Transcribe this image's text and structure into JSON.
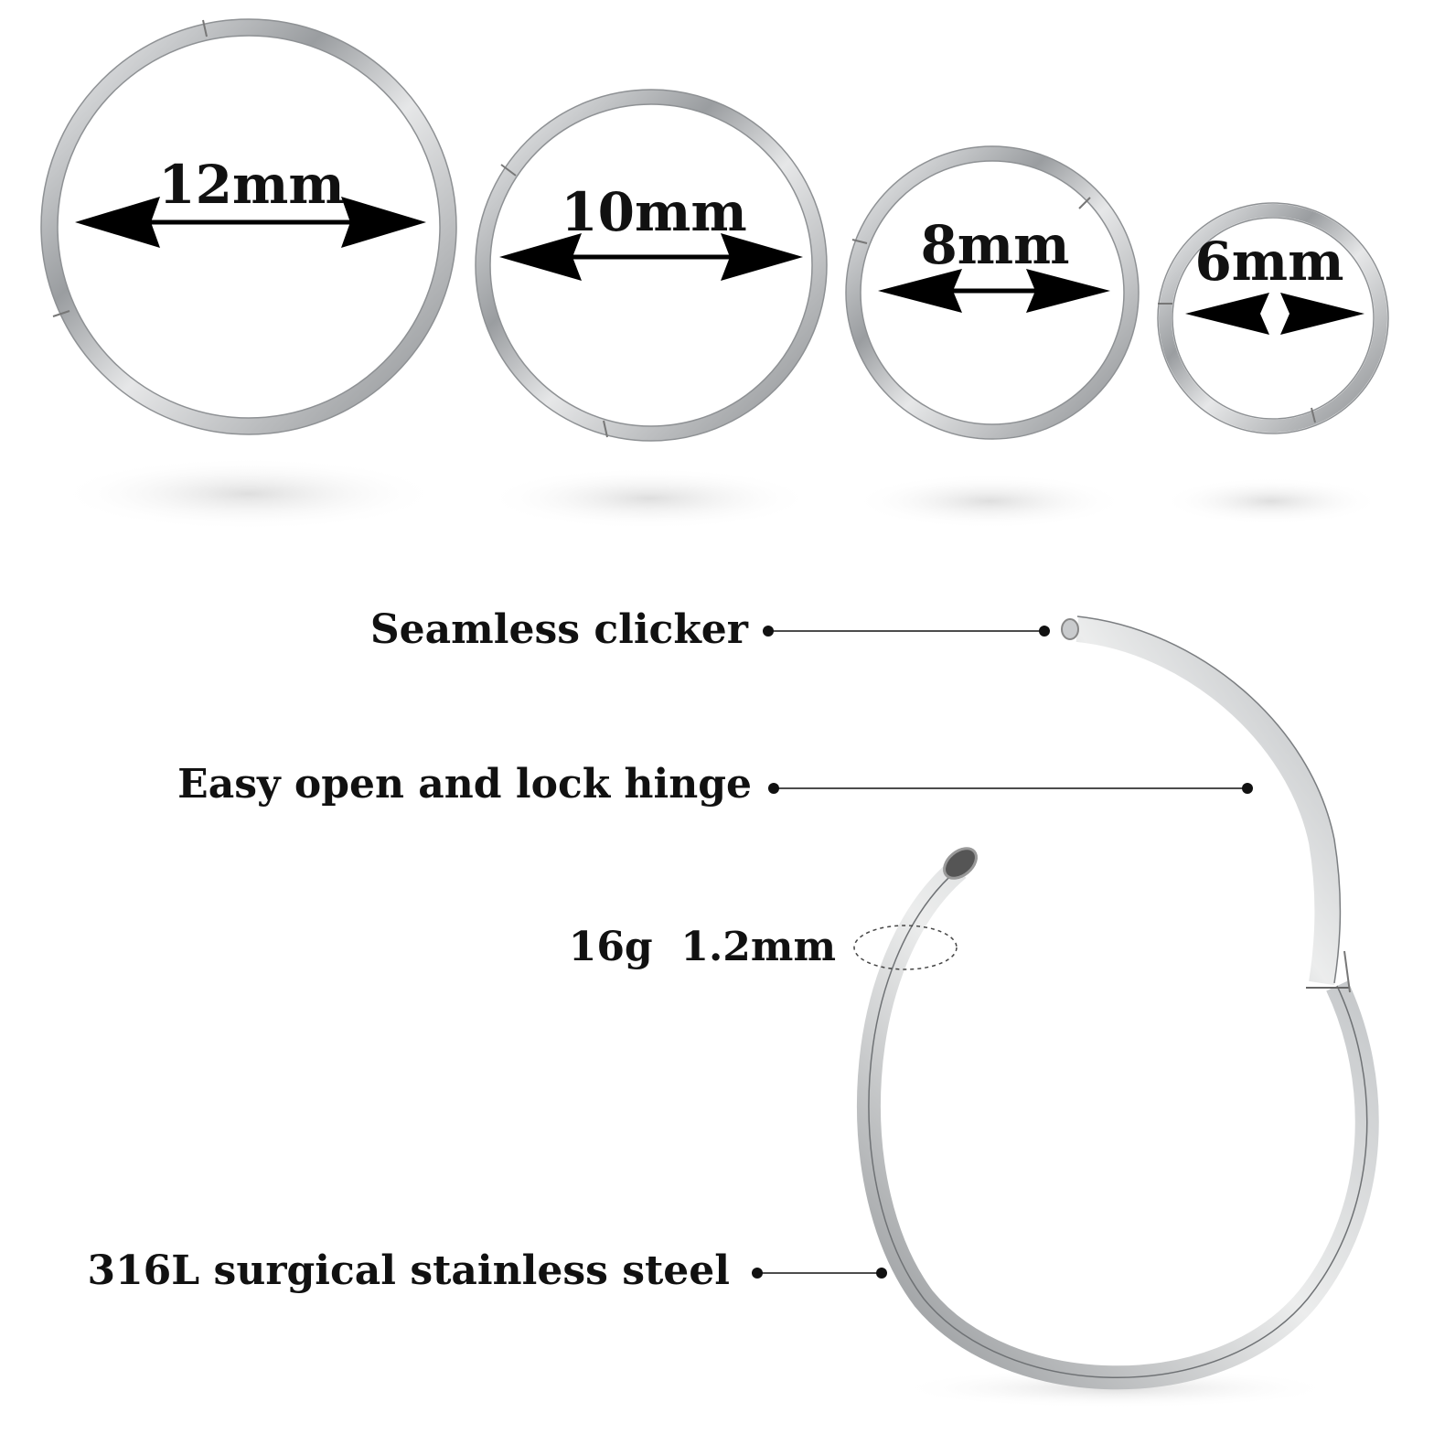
{
  "rings": [
    {
      "size_label": "12mm"
    },
    {
      "size_label": "10mm"
    },
    {
      "size_label": "8mm"
    },
    {
      "size_label": "6mm"
    }
  ],
  "features": [
    {
      "label": "Seamless clicker"
    },
    {
      "label": "Easy open and lock hinge"
    },
    {
      "label": "16g  1.2mm"
    },
    {
      "label": "316L surgical stainless steel"
    }
  ],
  "colors": {
    "background": "#ffffff",
    "text": "#111111",
    "metal_dark": "#8a8d90",
    "metal_mid": "#c4c6c8",
    "metal_light": "#f4f5f6",
    "leader_line": "#111111"
  }
}
